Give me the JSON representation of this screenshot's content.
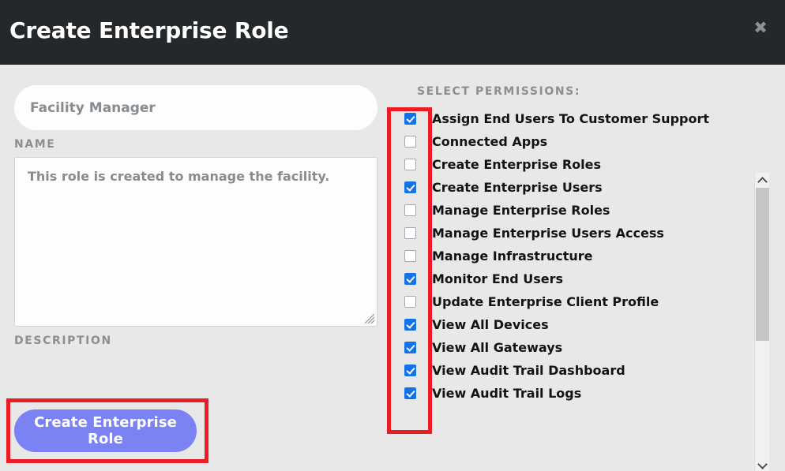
{
  "header": {
    "title": "Create Enterprise Role",
    "close_icon": "close-icon",
    "close_glyph": "✖",
    "background": "#24282a"
  },
  "form": {
    "name": {
      "label": "NAME",
      "value": "Facility Manager",
      "placeholder": "Facility Manager"
    },
    "description": {
      "label": "DESCRIPTION",
      "value": "This role is created to manage the facility.",
      "placeholder": "This role is created to manage the facility."
    },
    "submit_label": "Create Enterprise Role",
    "submit_color": "#7b82f4"
  },
  "permissions": {
    "label": "SELECT PERMISSIONS:",
    "checked_color": "#1373e6",
    "items": [
      {
        "label": "Assign End Users To Customer Support",
        "checked": true
      },
      {
        "label": "Connected Apps",
        "checked": false
      },
      {
        "label": "Create Enterprise Roles",
        "checked": false
      },
      {
        "label": "Create Enterprise Users",
        "checked": true
      },
      {
        "label": "Manage Enterprise Roles",
        "checked": false
      },
      {
        "label": "Manage Enterprise Users Access",
        "checked": false
      },
      {
        "label": "Manage Infrastructure",
        "checked": false
      },
      {
        "label": "Monitor End Users",
        "checked": true
      },
      {
        "label": "Update Enterprise Client Profile",
        "checked": false
      },
      {
        "label": "View All Devices",
        "checked": true
      },
      {
        "label": "View All Gateways",
        "checked": true
      },
      {
        "label": "View Audit Trail Dashboard",
        "checked": true
      },
      {
        "label": "View Audit Trail Logs",
        "checked": true
      }
    ]
  },
  "scrollbar": {
    "up_icon": "chevron-up-icon",
    "down_icon": "chevron-down-icon"
  },
  "annotations": {
    "color": "#ed1c24",
    "boxes": [
      "checkbox-column-highlight",
      "submit-button-highlight"
    ]
  }
}
